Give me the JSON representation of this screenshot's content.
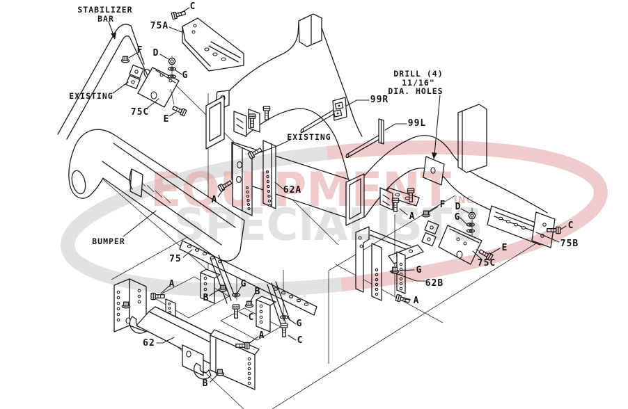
{
  "figure": {
    "background": "#ffffff",
    "line_color": "#1c1c1c"
  },
  "watermark": {
    "word1": "EQUIPMENT",
    "word2": "SPECIALISTS",
    "word3": "INC.",
    "pink": "#e2a0a0",
    "gray": "#c6c6c6"
  },
  "labels": [
    {
      "id": "note-stabilizer-1",
      "text": "STABILIZER"
    },
    {
      "id": "note-stabilizer-2",
      "text": "BAR"
    },
    {
      "id": "callout-c-top",
      "text": "C"
    },
    {
      "id": "callout-75a",
      "text": "75A"
    },
    {
      "id": "callout-f-left",
      "text": "F"
    },
    {
      "id": "callout-d-left",
      "text": "D"
    },
    {
      "id": "callout-g-left",
      "text": "G"
    },
    {
      "id": "note-existing-left",
      "text": "EXISTING"
    },
    {
      "id": "callout-75c-left",
      "text": "75C"
    },
    {
      "id": "callout-e-left",
      "text": "E"
    },
    {
      "id": "note-drill-1",
      "text": "DRILL (4)"
    },
    {
      "id": "note-drill-2",
      "text": "11/16\""
    },
    {
      "id": "note-drill-3",
      "text": "DIA. HOLES"
    },
    {
      "id": "callout-99r",
      "text": "99R"
    },
    {
      "id": "callout-99l",
      "text": "99L"
    },
    {
      "id": "note-existing-mid",
      "text": "EXISTING"
    },
    {
      "id": "callout-62a",
      "text": "62A"
    },
    {
      "id": "callout-a-62a",
      "text": "A"
    },
    {
      "id": "note-bumper",
      "text": "BUMPER"
    },
    {
      "id": "callout-75",
      "text": "75"
    },
    {
      "id": "callout-a-frame-right",
      "text": "A"
    },
    {
      "id": "callout-f-right",
      "text": "F"
    },
    {
      "id": "callout-d-right",
      "text": "D"
    },
    {
      "id": "callout-g-right",
      "text": "G"
    },
    {
      "id": "callout-c-right",
      "text": "C"
    },
    {
      "id": "callout-75b",
      "text": "75B"
    },
    {
      "id": "callout-e-right",
      "text": "E"
    },
    {
      "id": "callout-75c-right",
      "text": "75C"
    },
    {
      "id": "callout-g-62b",
      "text": "G"
    },
    {
      "id": "callout-62b",
      "text": "62B"
    },
    {
      "id": "callout-a-62b",
      "text": "A"
    },
    {
      "id": "callout-a-bottom-left",
      "text": "A"
    },
    {
      "id": "callout-b-left",
      "text": "B"
    },
    {
      "id": "callout-g-mid",
      "text": "G"
    },
    {
      "id": "callout-b-mid",
      "text": "B"
    },
    {
      "id": "callout-c-mid",
      "text": "C"
    },
    {
      "id": "callout-a-bottom-mid",
      "text": "A"
    },
    {
      "id": "callout-g-bottom-right",
      "text": "G"
    },
    {
      "id": "callout-c-bottom-right",
      "text": "C"
    },
    {
      "id": "callout-62",
      "text": "62"
    },
    {
      "id": "callout-b-bottom",
      "text": "B"
    }
  ]
}
